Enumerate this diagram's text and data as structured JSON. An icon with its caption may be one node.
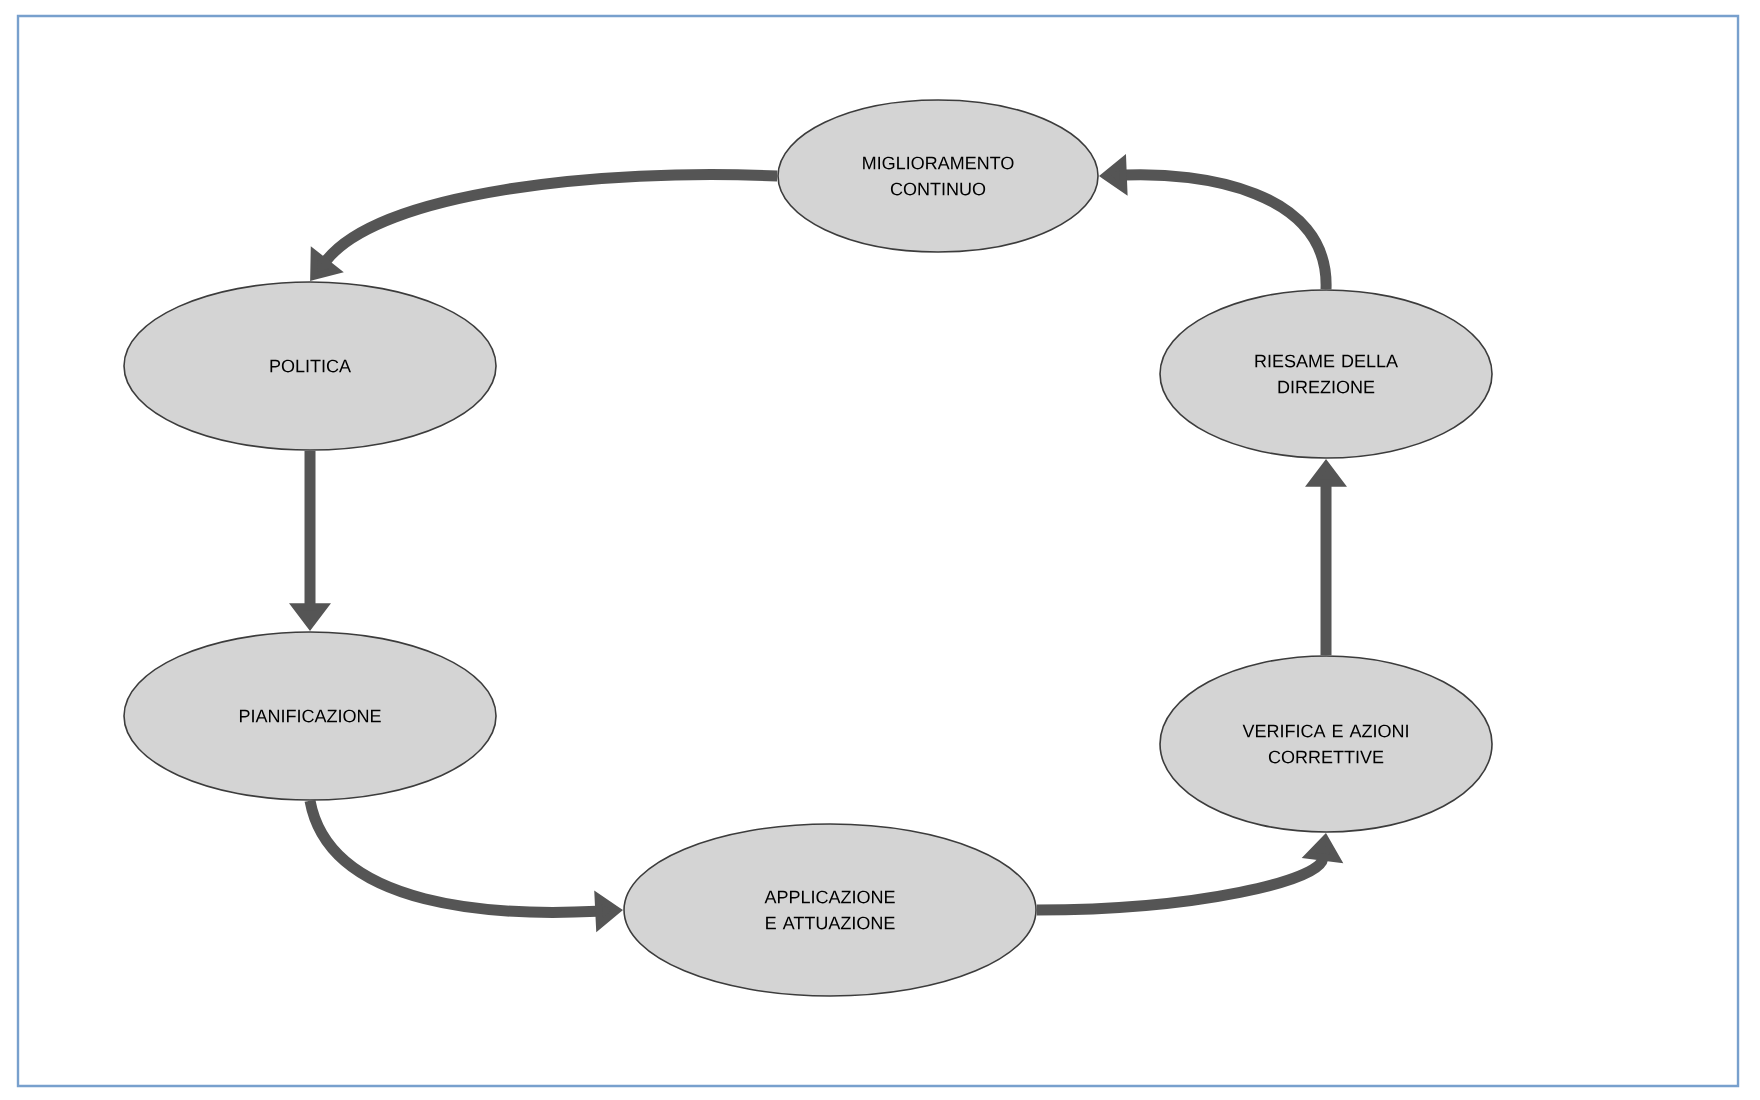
{
  "diagram": {
    "nodes": [
      {
        "text": [
          "MIGLIORAMENTO CONTINUO"
        ]
      },
      {
        "text": [
          "POLITICA"
        ]
      },
      {
        "text": [
          "PIANIFICAZIONE"
        ]
      },
      {
        "text": [
          "APPLICAZIONE E ATTUAZIONE"
        ]
      },
      {
        "text": [
          "VERIFICA E AZIONI CORRETTIVE"
        ]
      },
      {
        "text": [
          "RIESAME DELLA DIREZIONE"
        ]
      }
    ],
    "edges": [
      {
        "from": 0,
        "to": 1,
        "arrow": "to"
      },
      {
        "from": 1,
        "to": 2,
        "arrow": "to"
      },
      {
        "from": 2,
        "to": 3,
        "arrow": "to"
      },
      {
        "from": 3,
        "to": 4,
        "arrow": "to"
      },
      {
        "from": 4,
        "to": 5,
        "arrow": "to"
      },
      {
        "from": 5,
        "to": 0,
        "arrow": "to"
      }
    ]
  }
}
